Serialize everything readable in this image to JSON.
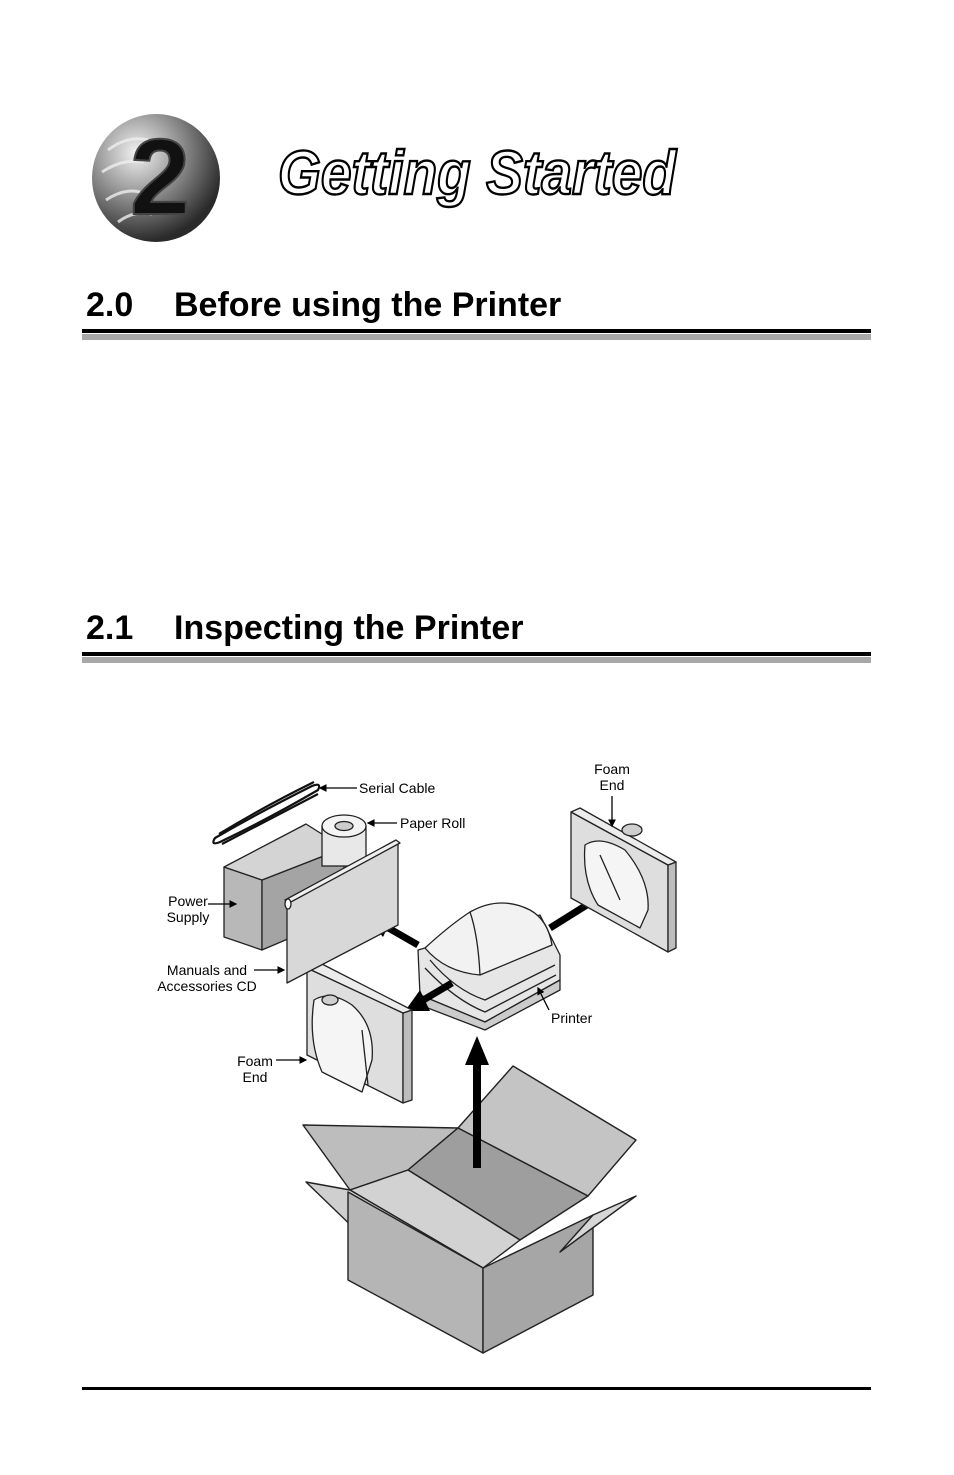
{
  "chapter": {
    "number": "2",
    "title": "Getting Started"
  },
  "sections": [
    {
      "number": "2.0",
      "title": "Before using the Printer"
    },
    {
      "number": "2.1",
      "title": "Inspecting the Printer"
    }
  ],
  "figure": {
    "labels": {
      "serial_cable": "Serial Cable",
      "paper_roll": "Paper Roll",
      "foam_end_top_1": "Foam",
      "foam_end_top_2": "End",
      "power_supply_1": "Power",
      "power_supply_2": "Supply",
      "manuals_1": "Manuals and",
      "manuals_2": "Accessories CD",
      "printer": "Printer",
      "foam_end_bottom_1": "Foam",
      "foam_end_bottom_2": "End"
    }
  }
}
